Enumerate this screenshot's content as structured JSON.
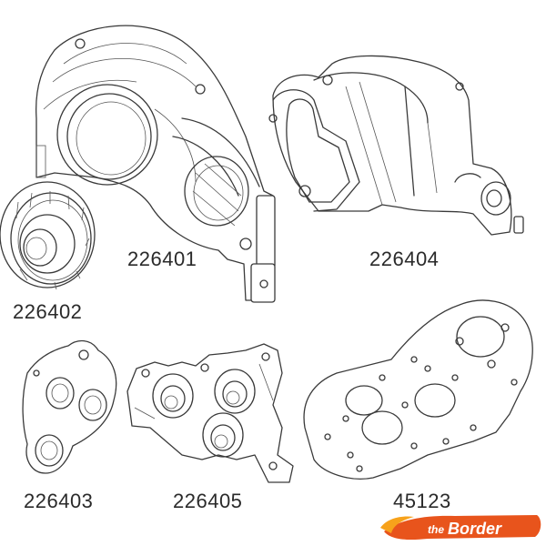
{
  "parts": [
    {
      "id": "gearbox-housing",
      "label": "226401"
    },
    {
      "id": "gearbox-cap",
      "label": "226402"
    },
    {
      "id": "small-cover",
      "label": "226403"
    },
    {
      "id": "gear-holder",
      "label": "226405"
    },
    {
      "id": "motor-cover",
      "label": "226404"
    },
    {
      "id": "motor-plate",
      "label": "45123"
    }
  ],
  "logo": {
    "prefix": "the",
    "name": "Border",
    "colors": {
      "flame": "#e8541c",
      "text": "#ffffff",
      "accent": "#f7a21b"
    }
  }
}
